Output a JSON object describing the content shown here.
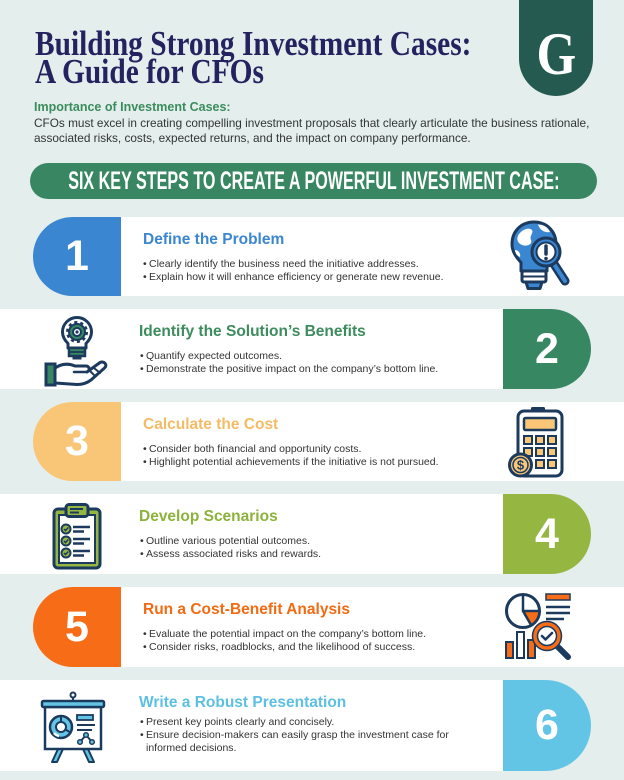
{
  "header": {
    "title_line1": "Building Strong Investment Cases:",
    "title_line2": "A Guide for CFOs",
    "logo_letter": "G"
  },
  "intro": {
    "heading": "Importance of Investment Cases:",
    "text": "CFOs must excel in creating compelling investment proposals that clearly articulate the business rationale, associated risks, costs, expected returns, and the impact on company performance."
  },
  "banner": {
    "label": "SIX KEY STEPS TO CREATE A POWERFUL INVESTMENT CASE:"
  },
  "steps": [
    {
      "number": "1",
      "title": "Define the Problem",
      "bullets": [
        "Clearly identify the business need the initiative addresses.",
        "Explain how it will enhance efficiency or generate new revenue."
      ],
      "color": "#3b86d0",
      "title_color": "#3b86d0",
      "icon": "lightbulb-magnifier-icon"
    },
    {
      "number": "2",
      "title": "Identify the Solution’s Benefits",
      "bullets": [
        "Quantify expected outcomes.",
        "Demonstrate the positive impact on the company’s bottom line."
      ],
      "color": "#378763",
      "title_color": "#3c8c5e",
      "icon": "hand-lightbulb-gear-icon"
    },
    {
      "number": "3",
      "title": "Calculate the Cost",
      "bullets": [
        "Consider both financial and opportunity costs.",
        "Highlight potential achievements if the initiative is not pursued."
      ],
      "color": "#f8c676",
      "title_color": "#f4bb67",
      "icon": "calculator-dollar-icon"
    },
    {
      "number": "4",
      "title": "Develop Scenarios",
      "bullets": [
        "Outline various potential outcomes.",
        "Assess associated risks and rewards."
      ],
      "color": "#95b640",
      "title_color": "#8db23b",
      "icon": "clipboard-checklist-icon"
    },
    {
      "number": "5",
      "title": "Run a Cost-Benefit Analysis",
      "bullets": [
        "Evaluate the potential impact on the company’s bottom line.",
        "Consider risks, roadblocks, and the likelihood of success."
      ],
      "color": "#f76c17",
      "title_color": "#f26b12",
      "icon": "chart-analysis-icon"
    },
    {
      "number": "6",
      "title": "Write a Robust Presentation",
      "bullets": [
        "Present key points clearly and concisely.",
        "Ensure decision-makers can easily grasp the investment case for informed decisions."
      ],
      "color": "#63c5e5",
      "title_color": "#5dc0e2",
      "icon": "presentation-board-icon"
    }
  ],
  "theme": {
    "background": "#e4eeed",
    "title": "#24235f",
    "intro_heading": "#3b8c5c",
    "banner": "#388762",
    "logo": "#245a4f",
    "icon_outline": "#1c3a5e",
    "body_text": "#333333"
  }
}
